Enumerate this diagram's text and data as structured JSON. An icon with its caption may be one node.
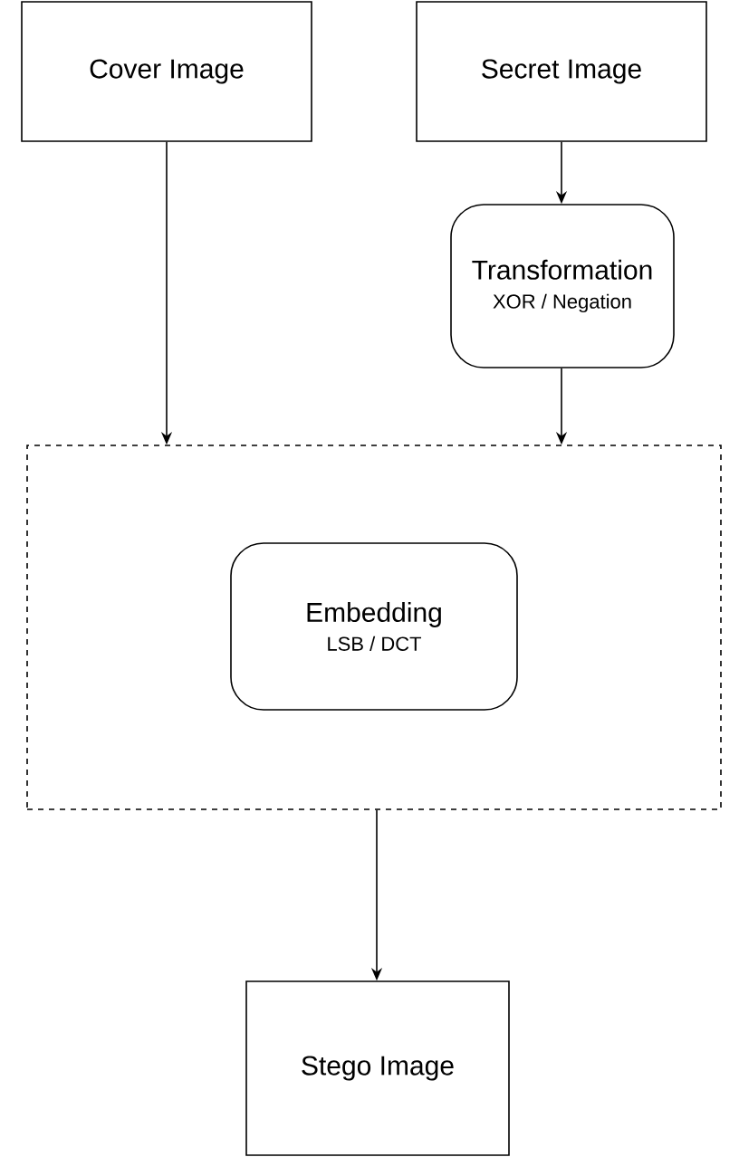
{
  "diagram": {
    "nodes": [
      {
        "text": [
          "Cover Image"
        ]
      },
      {
        "text": [
          "Secret Image"
        ]
      },
      {
        "text": [
          "Transformation",
          "XOR / Negation"
        ]
      },
      {
        "text": [],
        "shape": "box"
      },
      {
        "text": [
          "Embedding",
          "LSB / DCT"
        ],
        "in": 3
      },
      {
        "text": [
          "Stego Image"
        ]
      }
    ],
    "edges": [
      {
        "from": 0,
        "to": 3,
        "arrow": "to"
      },
      {
        "from": 1,
        "to": 2,
        "arrow": "to"
      },
      {
        "from": 2,
        "to": 3,
        "arrow": "to"
      },
      {
        "from": 3,
        "to": 5,
        "arrow": "to"
      }
    ]
  }
}
